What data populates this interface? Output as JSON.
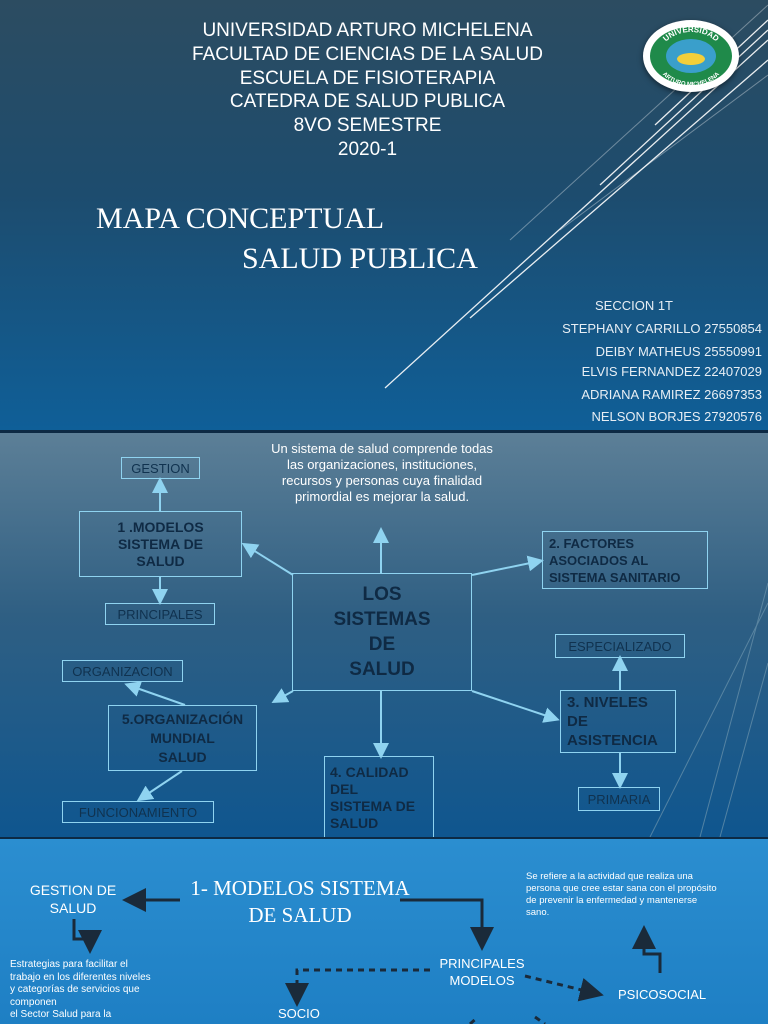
{
  "slide1": {
    "header": [
      "UNIVERSIDAD ARTURO MICHELENA",
      "FACULTAD DE CIENCIAS DE LA SALUD",
      "ESCUELA DE FISIOTERAPIA",
      "CATEDRA DE SALUD PUBLICA",
      "8VO SEMESTRE",
      "2020-1"
    ],
    "logo_text_top": "UNIVERSIDAD",
    "logo_text_bottom": "ARTURO MICHELENA",
    "title_line1": "MAPA CONCEPTUAL",
    "title_line2": "SALUD PUBLICA",
    "section": "SECCION 1T",
    "authors": [
      "STEPHANY CARRILLO  27550854",
      "DEIBY MATHEUS 25550991",
      "ELVIS FERNANDEZ 22407029",
      "ADRIANA RAMIREZ 26697353",
      "NELSON BORJES 27920576"
    ]
  },
  "slide2": {
    "definition": "Un sistema de salud comprende todas las organizaciones, instituciones, recursos y personas cuya finalidad primordial es mejorar la salud.",
    "center": [
      "LOS",
      "SISTEMAS",
      "DE",
      "SALUD"
    ],
    "gestion": "GESTION",
    "modelos": [
      "1 .MODELOS",
      "SISTEMA DE",
      "SALUD"
    ],
    "principales": "PRINCIPALES",
    "factores": [
      "2. FACTORES",
      "ASOCIADOS AL",
      "SISTEMA SANITARIO"
    ],
    "especializado": "ESPECIALIZADO",
    "niveles": [
      "3. NIVELES",
      "DE",
      "ASISTENCIA"
    ],
    "primaria": "PRIMARIA",
    "organizacion": "ORGANIZACION",
    "oms": [
      "5.ORGANIZACIÓN",
      "MUNDIAL",
      "SALUD"
    ],
    "funcionamiento": "FUNCIONAMIENTO",
    "calidad": [
      "4. CALIDAD",
      "DEL",
      "SISTEMA DE",
      "SALUD"
    ]
  },
  "slide3": {
    "title": [
      "1- MODELOS SISTEMA",
      "DE SALUD"
    ],
    "gestion": [
      "GESTION DE",
      "SALUD"
    ],
    "estrategias": [
      "Estrategias para facilitar el",
      "trabajo en los diferentes niveles",
      "y categorías de servicios que",
      "componen",
      "el Sector Salud para la"
    ],
    "principales": [
      "PRINCIPALES",
      "MODELOS"
    ],
    "socio": "SOCIO",
    "psicosocial": "PSICOSOCIAL",
    "refiere": [
      "Se refiere a la actividad que realiza una",
      "persona que cree estar sana con el propósito",
      "de prevenir la enfermedad y mantenerse",
      "sano."
    ]
  }
}
